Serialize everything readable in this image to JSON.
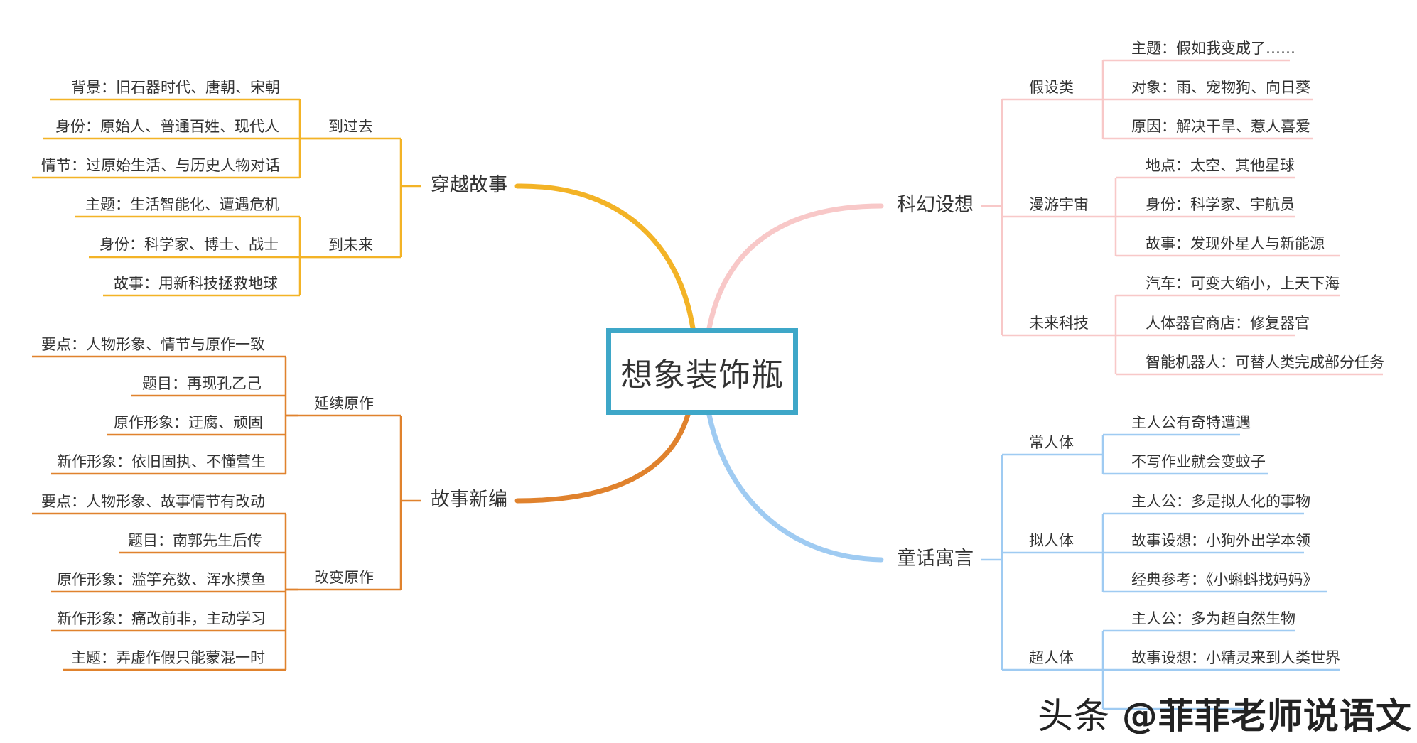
{
  "center": {
    "title": "想象装饰瓶"
  },
  "branches": {
    "chuanyue": {
      "label": "穿越故事",
      "color": "#f3b326",
      "subs": [
        {
          "label": "到过去",
          "leaves": [
            "背景：旧石器时代、唐朝、宋朝",
            "身份：原始人、普通百姓、现代人",
            "情节：过原始生活、与历史人物对话"
          ]
        },
        {
          "label": "到未来",
          "leaves": [
            "主题：生活智能化、遭遇危机",
            "身份：科学家、博士、战士",
            "故事：用新科技拯救地球"
          ]
        }
      ]
    },
    "xinbian": {
      "label": "故事新编",
      "color": "#e0822d",
      "subs": [
        {
          "label": "延续原作",
          "leaves": [
            "要点：人物形象、情节与原作一致",
            "题目：再现孔乙己",
            "原作形象：迂腐、顽固",
            "新作形象：依旧固执、不懂营生"
          ]
        },
        {
          "label": "改变原作",
          "leaves": [
            "要点：人物形象、故事情节有改动",
            "题目：南郭先生后传",
            "原作形象：滥竽充数、浑水摸鱼",
            "新作形象：痛改前非，主动学习",
            "主题：弄虚作假只能蒙混一时"
          ]
        }
      ]
    },
    "kehuan": {
      "label": "科幻设想",
      "color": "#f8c8c8",
      "subs": [
        {
          "label": "假设类",
          "leaves": [
            "主题：假如我变成了……",
            "对象：雨、宠物狗、向日葵",
            "原因：解决干旱、惹人喜爱"
          ]
        },
        {
          "label": "漫游宇宙",
          "leaves": [
            "地点：太空、其他星球",
            "身份：科学家、宇航员",
            "故事：发现外星人与新能源"
          ]
        },
        {
          "label": "未来科技",
          "leaves": [
            "汽车：可变大缩小，上天下海",
            "人体器官商店：修复器官",
            "智能机器人：可替人类完成部分任务"
          ]
        }
      ]
    },
    "tonghua": {
      "label": "童话寓言",
      "color": "#9fcbf2",
      "subs": [
        {
          "label": "常人体",
          "leaves": [
            "主人公有奇特遭遇",
            "不写作业就会变蚊子"
          ]
        },
        {
          "label": "拟人体",
          "leaves": [
            "主人公：多是拟人化的事物",
            "故事设想：小狗外出学本领",
            "经典参考：《小蝌蚪找妈妈》"
          ]
        },
        {
          "label": "超人体",
          "leaves": [
            "主人公：多为超自然生物",
            "故事设想：小精灵来到人类世界"
          ]
        }
      ]
    }
  },
  "watermark": {
    "prefix": "头条 ",
    "handle": "@菲菲老师说语文"
  }
}
